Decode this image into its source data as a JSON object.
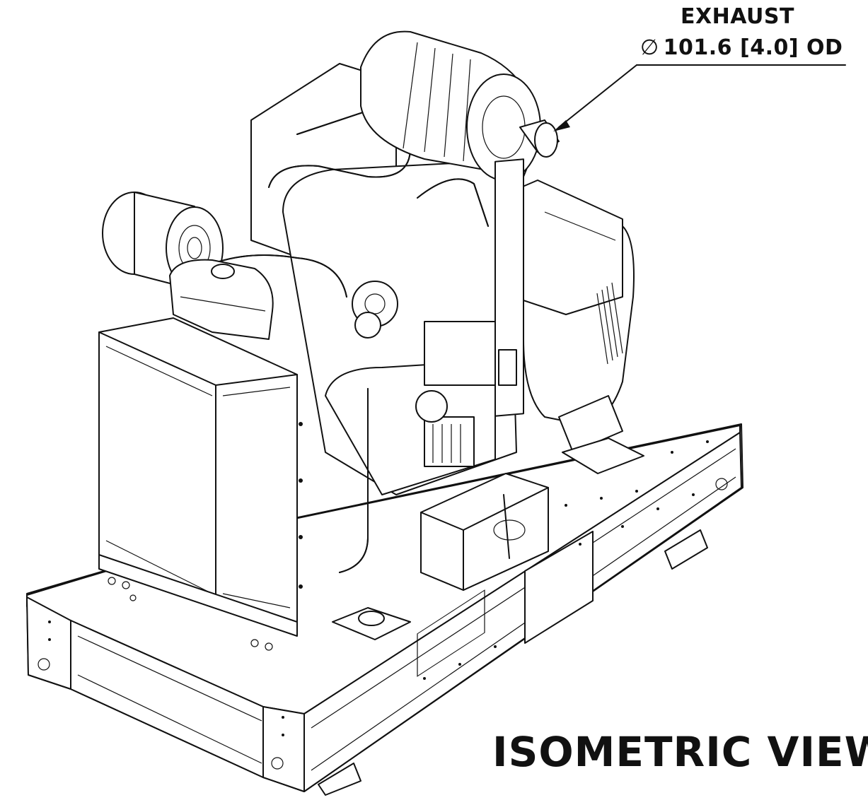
{
  "callout": {
    "title": "EXHAUST",
    "dimension_symbol": "∅",
    "dimension_text": "101.6 [4.0] OD"
  },
  "view_title": "ISOMETRIC VIEW",
  "colors": {
    "line": "#111111",
    "background": "#ffffff"
  }
}
